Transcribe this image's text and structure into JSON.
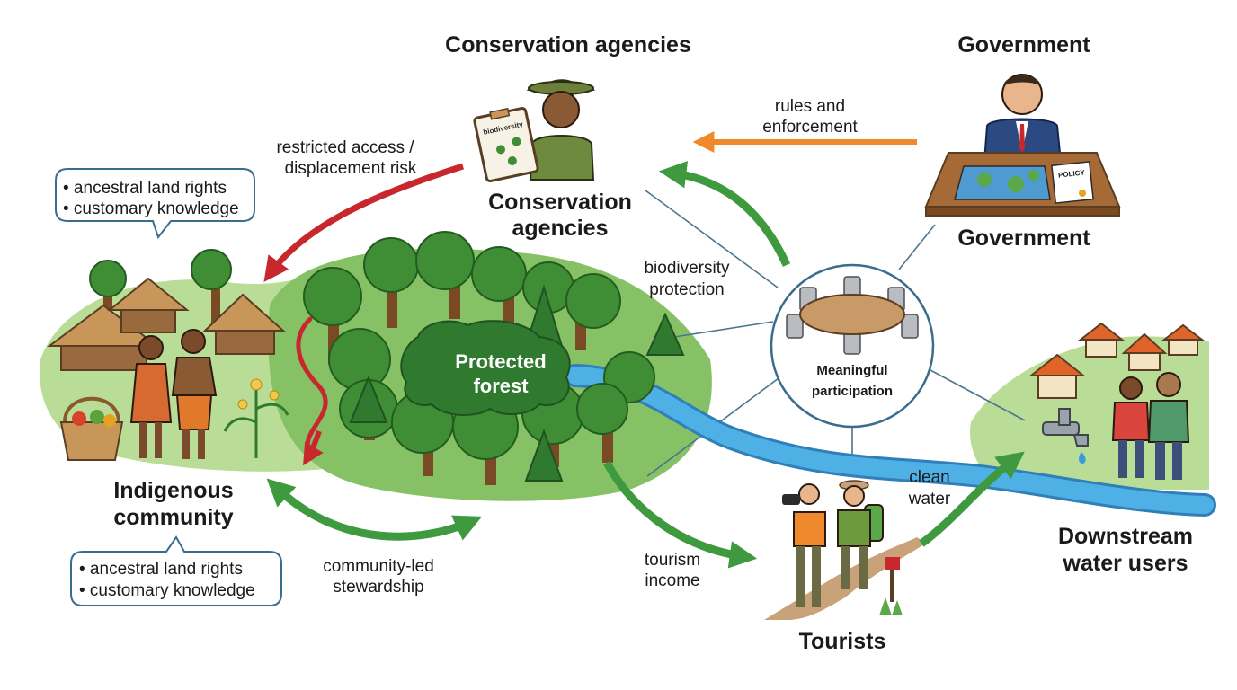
{
  "actors": {
    "conservation_top": "Conservation agencies",
    "conservation_label": [
      "Conservation",
      "agencies"
    ],
    "government_top": "Government",
    "government_label": "Government",
    "indigenous": [
      "Indigenous",
      "community"
    ],
    "downstream": [
      "Downstream",
      "water users"
    ],
    "tourists": "Tourists"
  },
  "center": {
    "forest": [
      "Protected",
      "forest"
    ],
    "hub": [
      "Meaningful",
      "participation"
    ]
  },
  "flows": {
    "rules": [
      "rules and",
      "enforcement"
    ],
    "restricted": [
      "restricted access /",
      "displacement risk"
    ],
    "biodiversity": [
      "biodiversity",
      "protection"
    ],
    "stewardship": [
      "community-led",
      "stewardship"
    ],
    "tourism": [
      "tourism",
      "income"
    ],
    "clean_water": [
      "clean",
      "water"
    ]
  },
  "bubbles": {
    "top": [
      "• ancestral land rights",
      "• customary knowledge"
    ],
    "bottom": [
      "• ancestral land rights",
      "• customary knowledge"
    ]
  },
  "props": {
    "clipboard": "biodiversity",
    "policy": "POLICY"
  },
  "colors": {
    "red_arrow": "#c8282d",
    "orange_arrow": "#ef8a2c",
    "green_arrow": "#3f9a3f",
    "river": "#3b9ad9",
    "forest_dark": "#2f7a2f",
    "land": "#8cc56a",
    "hub_border": "#3a6d8c"
  }
}
